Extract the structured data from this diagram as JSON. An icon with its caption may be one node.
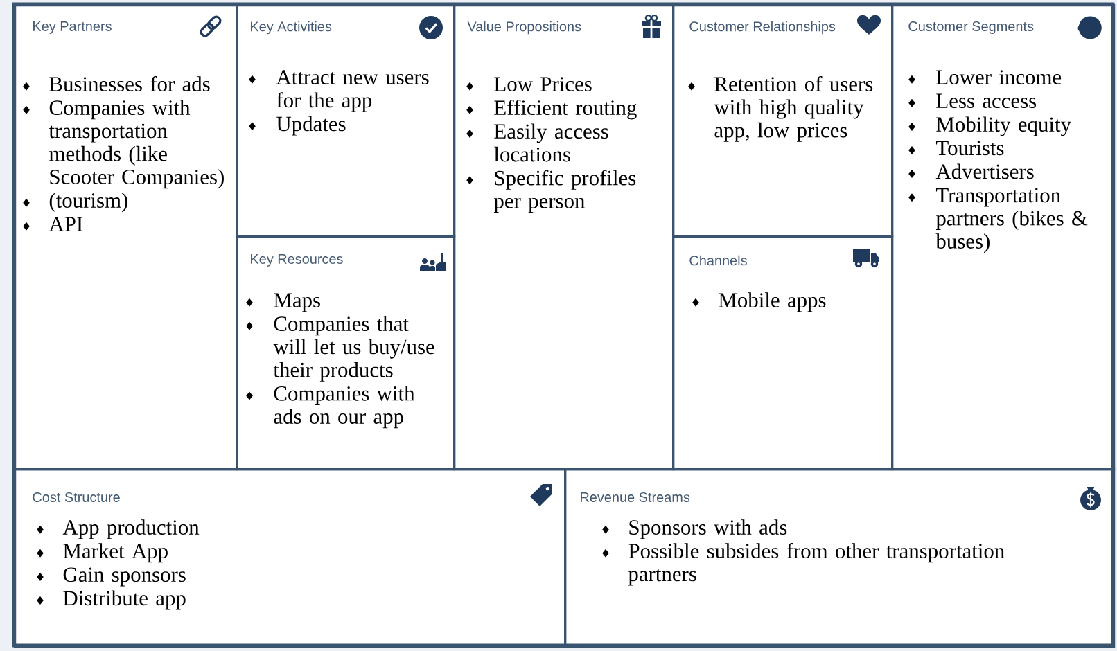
{
  "diagram": {
    "nodes": [
      {
        "text": [
          "Key Partners",
          "Businesses for ads",
          "Companies with transportation methods (like Scooter Companies)",
          "(tourism)",
          "API"
        ]
      },
      {
        "text": [
          "Key Activities",
          "Attract new users for the app",
          "Updates"
        ]
      },
      {
        "text": [
          "Key Resources",
          "Maps",
          "Companies that will let us buy/use their products",
          "Companies with ads on our app"
        ]
      },
      {
        "text": [
          "Value Propositions",
          "Low Prices",
          "Efficient routing",
          "Easily access locations",
          "Specific profiles per person"
        ]
      },
      {
        "text": [
          "Customer Relationships",
          "Retention of users with high quality app, low prices"
        ]
      },
      {
        "text": [
          "Channels",
          "Mobile apps"
        ]
      },
      {
        "text": [
          "Customer Segments",
          "Lower income",
          "Less access",
          "Mobility equity",
          "Tourists",
          "Advertisers",
          "Transportation partners (bikes & buses)"
        ]
      },
      {
        "text": [
          "Cost Structure",
          "App production",
          "Market App",
          "Gain sponsors",
          "Distribute app"
        ]
      },
      {
        "text": [
          "Revenue Streams",
          "Sponsors with ads",
          "Possible subsides from other transportation partners"
        ]
      }
    ]
  }
}
